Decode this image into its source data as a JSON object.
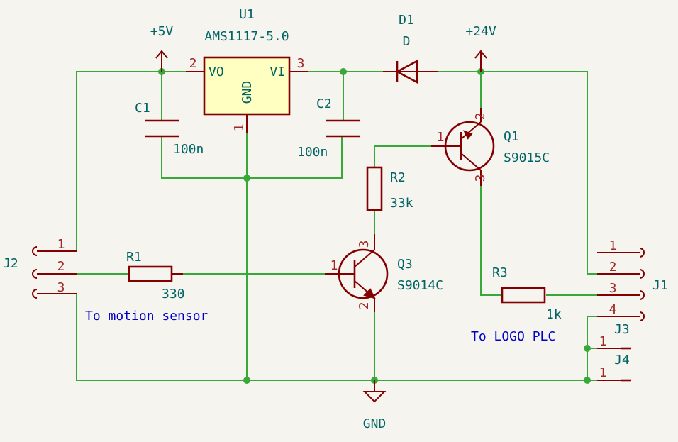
{
  "colors": {
    "background": "#f5f4ef",
    "wire": "#38a838",
    "symbol": "#840000",
    "reference_text": "#006464",
    "pin_number": "#a02828",
    "note_text": "#0000c8",
    "ic_fill": "#ffffc2"
  },
  "power": {
    "vcc5": "+5V",
    "vcc24": "+24V",
    "gnd": "GND"
  },
  "u1": {
    "ref": "U1",
    "value": "AMS1117-5.0",
    "pin_vo": "VO",
    "pin_vi": "VI",
    "pin_gnd": "GND",
    "pin2": "2",
    "pin3": "3",
    "pin1": "1"
  },
  "d1": {
    "ref": "D1",
    "value": "D"
  },
  "c1": {
    "ref": "C1",
    "value": "100n"
  },
  "c2": {
    "ref": "C2",
    "value": "100n"
  },
  "r1": {
    "ref": "R1",
    "value": "330"
  },
  "r2": {
    "ref": "R2",
    "value": "33k"
  },
  "r3": {
    "ref": "R3",
    "value": "1k"
  },
  "q1": {
    "ref": "Q1",
    "value": "S9015C",
    "pin1": "1",
    "pin2": "2",
    "pin3": "3"
  },
  "q3": {
    "ref": "Q3",
    "value": "S9014C",
    "pin1": "1",
    "pin2": "2",
    "pin3": "3"
  },
  "j2": {
    "ref": "J2",
    "pins": [
      "1",
      "2",
      "3"
    ]
  },
  "j1": {
    "ref": "J1",
    "pins": [
      "1",
      "2",
      "3",
      "4"
    ]
  },
  "j3": {
    "ref": "J3",
    "pin": "1"
  },
  "j4": {
    "ref": "J4",
    "pin": "1"
  },
  "notes": {
    "motion": "To motion sensor",
    "plc": "To LOGO PLC"
  }
}
